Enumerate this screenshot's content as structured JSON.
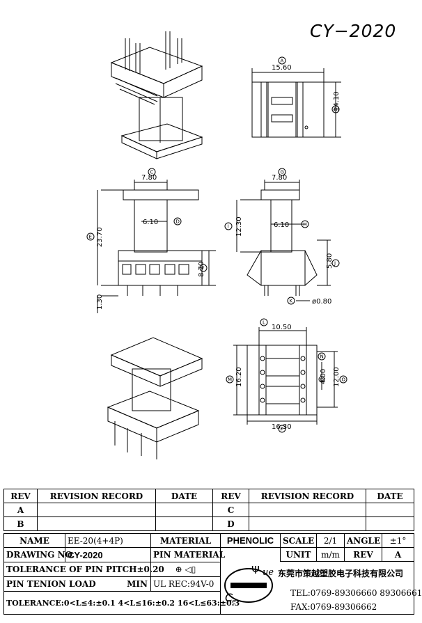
{
  "drawing": {
    "title": "CY−2020",
    "dims": {
      "a": "15.60",
      "b": "14.10",
      "c": "7.80",
      "d": "6.10",
      "e": "23.70",
      "f": "8.70",
      "g": "1.30",
      "h": "7.80",
      "i": "6.10",
      "j": "12.30",
      "k": "5.80",
      "l": "ø0.80",
      "m": "10.50",
      "n": "16.20",
      "o": "4.00",
      "p": "12.00",
      "q": "16.30"
    },
    "markers": {
      "A": "A",
      "B": "B",
      "C": "C",
      "D": "D",
      "E": "E",
      "F": "F",
      "G": "G",
      "H": "H",
      "I": "I",
      "J": "J",
      "K": "K",
      "L": "L",
      "M": "M",
      "N": "N",
      "O": "O",
      "P": "P",
      "Q": "Q"
    }
  },
  "revision": {
    "headers": [
      "REV",
      "REVISION RECORD",
      "DATE",
      "REV",
      "REVISION RECORD",
      "DATE"
    ],
    "rows": [
      [
        "A",
        "",
        "",
        "C",
        "",
        ""
      ],
      [
        "B",
        "",
        "",
        "D",
        "",
        ""
      ]
    ]
  },
  "title_block": {
    "name_label": "NAME",
    "name_value": "EE-20(4+4P)",
    "material_label": "MATERIAL",
    "material_value": "PHENOLIC",
    "scale_label": "SCALE",
    "scale_value": "2/1",
    "angle_label": "ANGLE",
    "angle_value": "±1°",
    "drawing_no_label": "DRAWING NO.",
    "drawing_no_value": "CY-2020",
    "pin_material_label": "PIN MATERIAL",
    "unit_label": "UNIT",
    "unit_value": "m/m",
    "rev_label": "REV",
    "rev_value": "A",
    "tolerance_pitch": "TOLERANCE OF PIN PITCH±0.20",
    "pin_load_label": "PIN TENION LOAD",
    "pin_load_min": "MIN",
    "ul_rec": "UL REC:94V-0",
    "company": "东莞市策越塑胶电子科技有限公司",
    "tel": "TEL:0769-89306660 89306661",
    "fax": "FAX:0769-89306662",
    "tolerance": "TOLERANCE:0<L≤4:±0.1  4<L≤16:±0.2  16<L≤63:±0.3",
    "logo_letters": "ue"
  }
}
